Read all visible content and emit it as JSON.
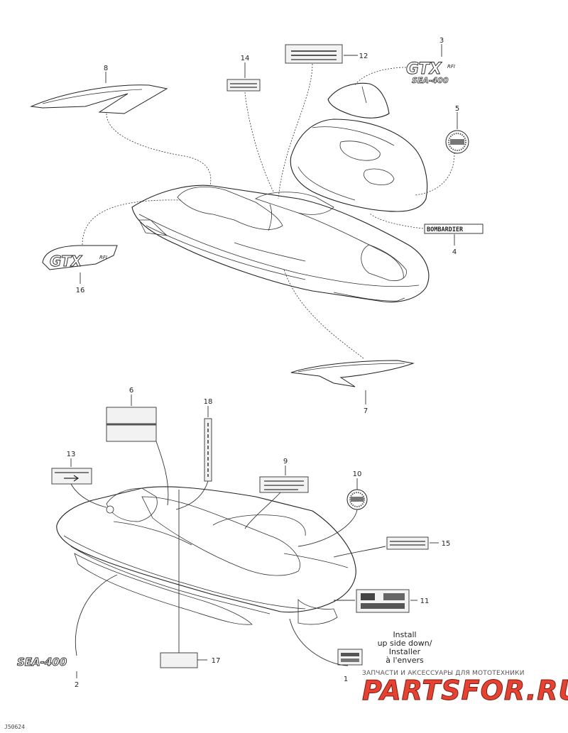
{
  "callouts": [
    "1",
    "2",
    "3",
    "4",
    "5",
    "6",
    "7",
    "8",
    "9",
    "10",
    "11",
    "12",
    "13",
    "14",
    "15",
    "16",
    "17",
    "18"
  ],
  "decals": {
    "model_logo": "GTX",
    "model_logo_small": "RFI",
    "engine_logo": "SEA-400",
    "brand": "BOMBARDIER"
  },
  "install_note": [
    "Install",
    "up side down/",
    "Installer",
    "à l'envers"
  ],
  "watermark": {
    "tagline": "ЗАПЧАСТИ И АКСЕССУАРЫ ДЛЯ МОТОТЕХНИКИ",
    "logo": "PARTSFOR.RU"
  },
  "drawing_code": "J50624"
}
